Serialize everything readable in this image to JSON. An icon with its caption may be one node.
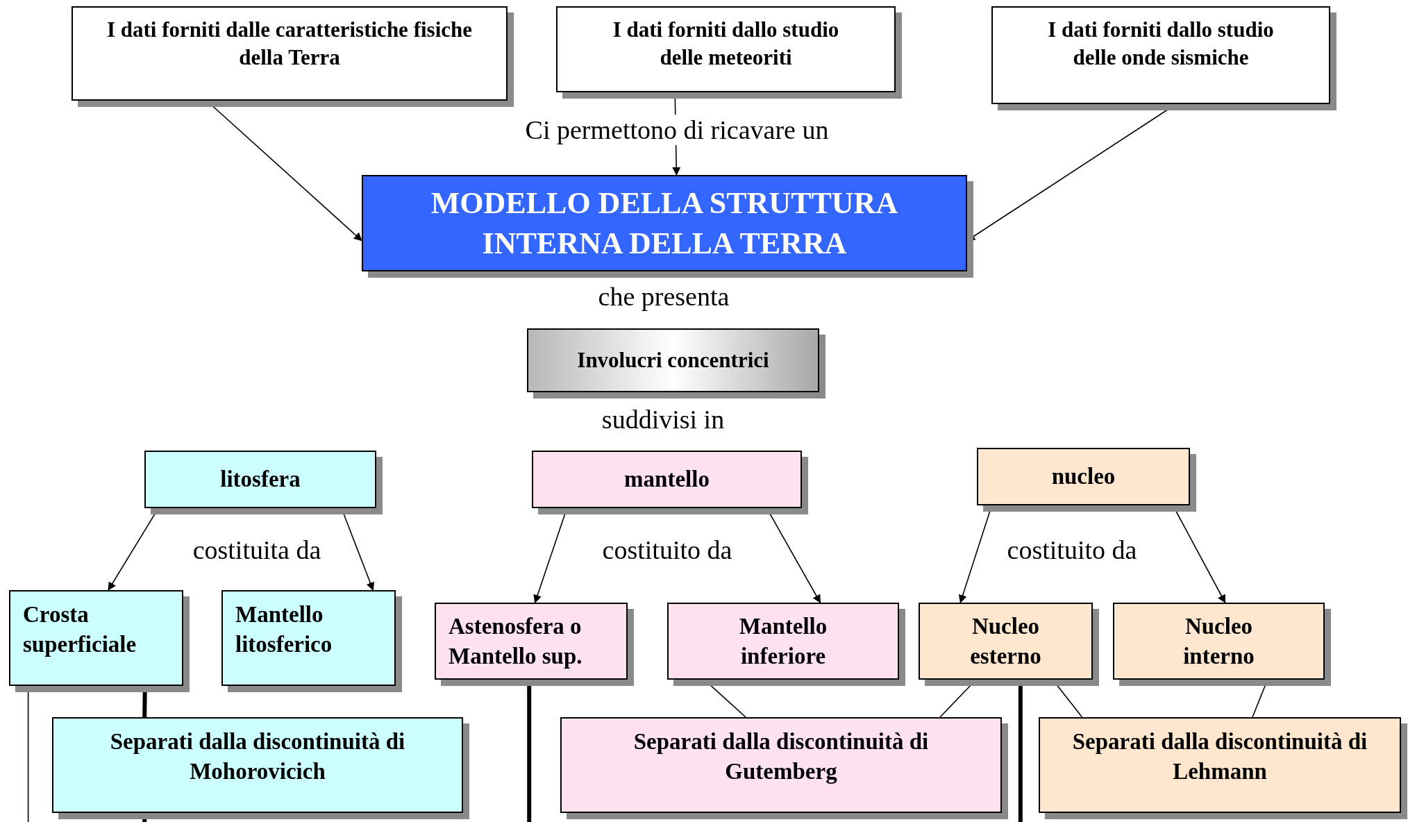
{
  "diagram": {
    "nodes": [
      {
        "text": [
          "I dati forniti dalle caratteristiche fisiche della Terra"
        ]
      },
      {
        "text": [
          "I dati forniti dallo studio delle meteoriti"
        ]
      },
      {
        "text": [
          "I dati forniti dallo studio delle onde sismiche"
        ]
      },
      {
        "text": [
          "MODELLO DELLA STRUTTURA INTERNA DELLA TERRA"
        ]
      },
      {
        "text": [
          "Involucri concentrici"
        ]
      },
      {
        "text": [
          "litosfera"
        ]
      },
      {
        "text": [
          "mantello"
        ]
      },
      {
        "text": [
          "nucleo"
        ]
      },
      {
        "text": [
          "Crosta superficiale"
        ]
      },
      {
        "text": [
          "Mantello litosferico"
        ]
      },
      {
        "text": [
          "Astenosfera o Mantello sup."
        ]
      },
      {
        "text": [
          "Mantello inferiore"
        ]
      },
      {
        "text": [
          "Nucleo esterno"
        ]
      },
      {
        "text": [
          "Nucleo interno"
        ]
      },
      {
        "text": [
          "Separati dalla discontinuità di Mohorovicich"
        ]
      },
      {
        "text": [
          "Separati dalla discontinuità di Gutemberg"
        ]
      },
      {
        "text": [
          "Separati dalla discontinuità di Lehmann"
        ]
      }
    ],
    "edges": [
      {
        "from": 0,
        "to": 3,
        "arrow": "to"
      },
      {
        "from": 1,
        "to": 3,
        "arrow": "to"
      },
      {
        "from": 2,
        "to": 3,
        "arrow": "to"
      },
      {
        "from": 5,
        "to": 8,
        "arrow": "to"
      },
      {
        "from": 5,
        "to": 9,
        "arrow": "to"
      },
      {
        "from": 6,
        "to": 10,
        "arrow": "to"
      },
      {
        "from": 6,
        "to": 11,
        "arrow": "to"
      },
      {
        "from": 7,
        "to": 12,
        "arrow": "to"
      },
      {
        "from": 7,
        "to": 13,
        "arrow": "to"
      },
      {
        "from": 11,
        "to": 15,
        "arrow": "none"
      },
      {
        "from": 12,
        "to": 15,
        "arrow": "none"
      },
      {
        "from": 12,
        "to": 16,
        "arrow": "none"
      },
      {
        "from": 13,
        "to": 16,
        "arrow": "none"
      },
      {
        "from": 8,
        "to": null,
        "arrow": "none"
      },
      {
        "from": 8,
        "to": 14,
        "arrow": "none",
        "style": "thick"
      },
      {
        "from": 14,
        "to": null,
        "arrow": "none",
        "style": "thick"
      },
      {
        "from": 10,
        "to": null,
        "arrow": "none",
        "style": "thick"
      },
      {
        "from": 12,
        "to": null,
        "arrow": "none",
        "style": "thick"
      }
    ],
    "labels": [
      "Ci permettono di ricavare un",
      "che presenta",
      "suddivisi in",
      "costituita da",
      "costituito da",
      "costituito da"
    ]
  }
}
